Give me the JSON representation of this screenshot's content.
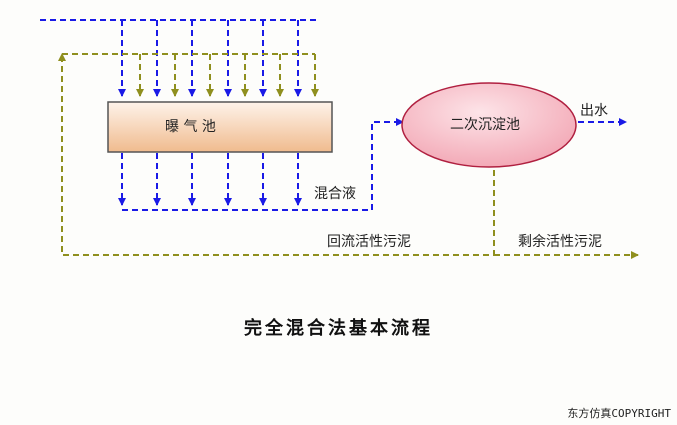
{
  "diagram": {
    "title": "完全混合法基本流程",
    "copyright": "东方仿真COPYRIGHT",
    "aeration_tank_label": "曝 气 池",
    "clarifier_label": "二次沉淀池",
    "effluent_label": "出水",
    "mixed_liquor_label": "混合液",
    "return_sludge_label": "回流活性污泥",
    "excess_sludge_label": "剩余活性污泥"
  },
  "colors": {
    "air_line": "#1a1ae6",
    "sludge_line": "#8f8f1e",
    "tank_fill_top": "#fef3ea",
    "tank_fill_bottom": "#f0bb8e",
    "clarifier_fill": "#f6b8c3",
    "clarifier_stroke": "#b02040"
  }
}
